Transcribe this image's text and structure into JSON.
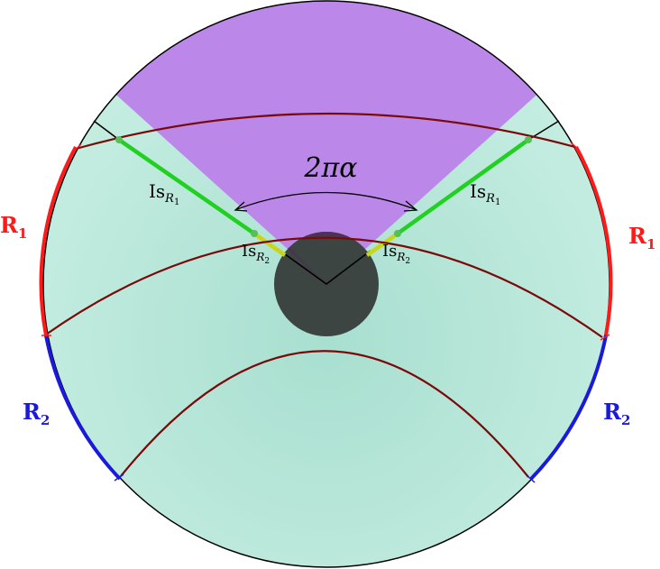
{
  "angle_label": "2πα",
  "regions": {
    "r1": {
      "letter": "R",
      "sub": "1",
      "color": "#ff1a1a"
    },
    "r2": {
      "letter": "R",
      "sub": "2",
      "color": "#1a1adb"
    }
  },
  "islands": {
    "is_r1": {
      "base": "Is",
      "sub": "R",
      "subsub": "1",
      "color": "#22d022"
    },
    "is_r2": {
      "base": "Is",
      "sub": "R",
      "subsub": "2",
      "color": "#c8d61a"
    }
  },
  "colors": {
    "disk_fill": "#bfeadf",
    "wedge_fill": "#bb88ea",
    "black_hole": "#3c4541",
    "geodesic": "#7a0a0a"
  }
}
